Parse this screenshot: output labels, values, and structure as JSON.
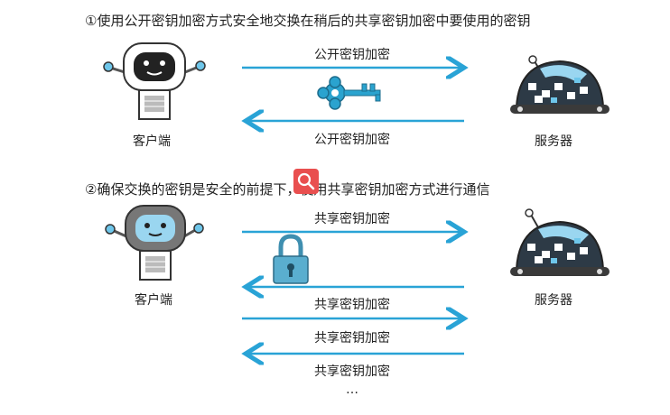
{
  "section1": {
    "heading": "①使用公开密钥加密方式安全地交换在稍后的共享密钥加密中要使用的密钥",
    "client_label": "客户端",
    "server_label": "服务器",
    "arrow_top_label": "公开密钥加密",
    "arrow_bottom_label": "公开密钥加密"
  },
  "section2": {
    "heading": "②确保交换的密钥是安全的前提下，使用共享密钥加密方式进行通信",
    "client_label": "客户端",
    "server_label": "服务器",
    "arrow_labels": [
      "共享密钥加密",
      "共享密钥加密",
      "共享密钥加密",
      "共享密钥加密"
    ],
    "ellipsis": "…"
  },
  "colors": {
    "arrow": "#29a3d6",
    "key": "#2aa3cf",
    "lock": "#3f8fb0",
    "badge": "#e94f4f"
  },
  "icons": [
    "robot-client-icon",
    "robot-server-icon",
    "key-icon",
    "padlock-icon",
    "search-icon"
  ]
}
